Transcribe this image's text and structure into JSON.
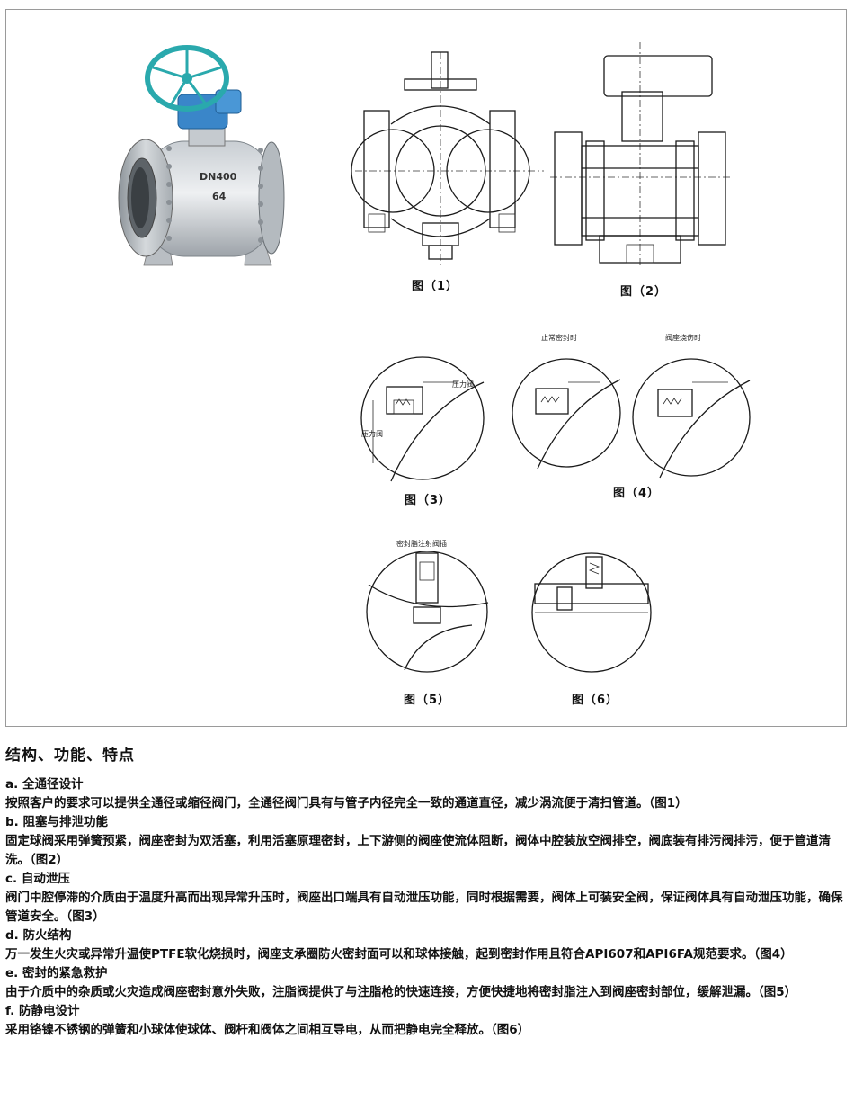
{
  "figures": {
    "photo": {
      "label_size": "DN400",
      "label_pressure": "64"
    },
    "captions": {
      "fig1": "图（1）",
      "fig2": "图（2）",
      "fig3": "图（3）",
      "fig4": "图（4）",
      "fig5": "图（5）",
      "fig6": "图（6）"
    },
    "notes": {
      "fig3_right": "压力阀",
      "fig3_left": "压力阀",
      "fig4_left": "止常密封时",
      "fig4_right": "阀座烧伤时",
      "fig5_top": "密封脂注射阀插"
    }
  },
  "section": {
    "title": "结构、功能、特点",
    "items": [
      {
        "head": "a. 全通径设计",
        "body": "按照客户的要求可以提供全通径或缩径阀门，全通径阀门具有与管子内径完全一致的通道直径，减少涡流便于清扫管道。（图1）"
      },
      {
        "head": "b. 阻塞与排泄功能",
        "body": "固定球阀采用弹簧预紧，阀座密封为双活塞，利用活塞原理密封，上下游侧的阀座使流体阻断，阀体中腔装放空阀排空，阀底装有排污阀排污，便于管道清洗。（图2）"
      },
      {
        "head": "c. 自动泄压",
        "body": "阀门中腔停滞的介质由于温度升高而出现异常升压时，阀座出口端具有自动泄压功能，同时根据需要，阀体上可装安全阀，保证阀体具有自动泄压功能，确保管道安全。（图3）"
      },
      {
        "head": "d. 防火结构",
        "body": "万一发生火灾或异常升温使PTFE软化烧损时，阀座支承圈防火密封面可以和球体接触，起到密封作用且符合API607和API6FA规范要求。（图4）"
      },
      {
        "head": "e. 密封的紧急救护",
        "body": "由于介质中的杂质或火灾造成阀座密封意外失败，注脂阀提供了与注脂枪的快速连接，方便快捷地将密封脂注入到阀座密封部位，缓解泄漏。（图5）"
      },
      {
        "head": "f. 防静电设计",
        "body": "采用铬镍不锈钢的弹簧和小球体使球体、阀杆和阀体之间相互导电，从而把静电完全释放。（图6）"
      }
    ]
  }
}
